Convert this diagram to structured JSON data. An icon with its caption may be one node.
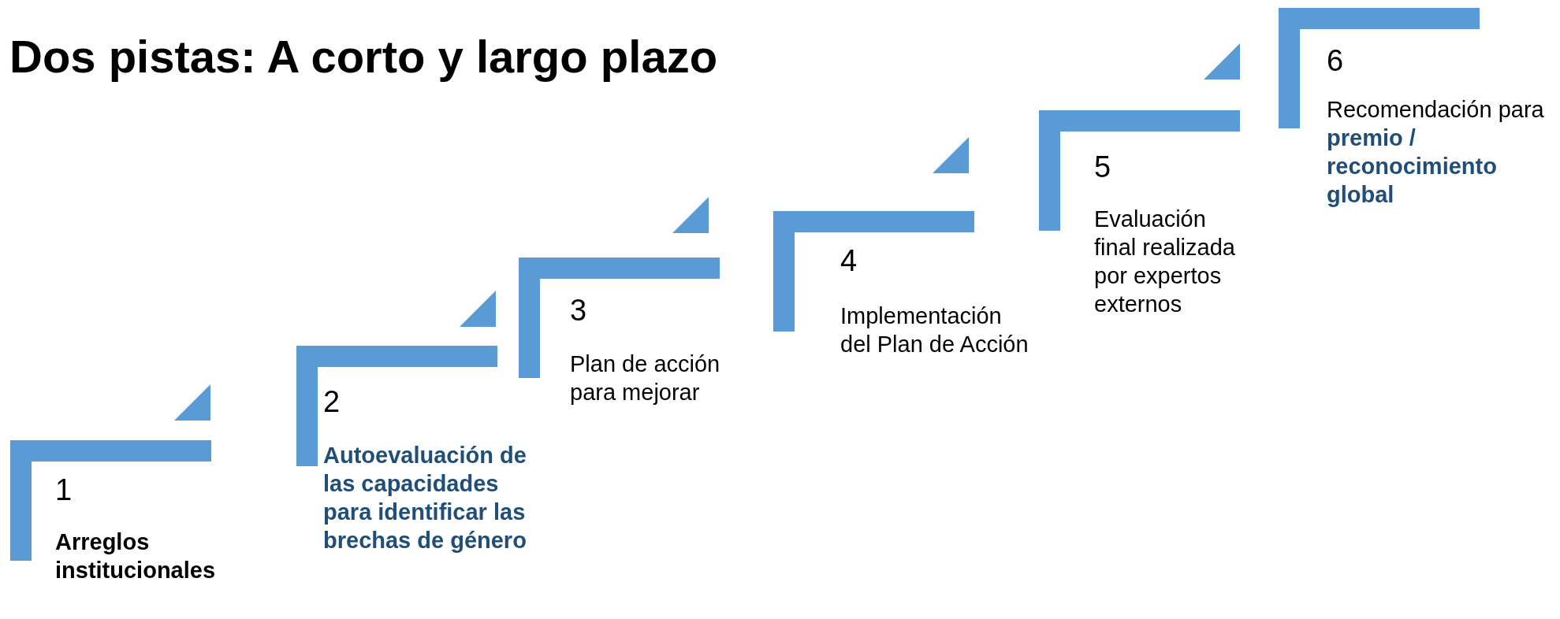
{
  "diagram": {
    "title": "Dos pistas: A corto y largo plazo",
    "nodes": [
      {
        "text": [
          "1",
          "Arreglos institucionales"
        ]
      },
      {
        "text": [
          "2",
          "Autoevaluación de las capacidades para identificar las brechas de género"
        ]
      },
      {
        "text": [
          "3",
          "Plan de acción para mejorar"
        ]
      },
      {
        "text": [
          "4",
          "Implementación del Plan de Acción"
        ]
      },
      {
        "text": [
          "5",
          "Evaluación final realizada por expertos externos"
        ]
      },
      {
        "text": [
          "6",
          "Recomendación para **premio / reconocimiento global**"
        ]
      }
    ],
    "edges": []
  }
}
